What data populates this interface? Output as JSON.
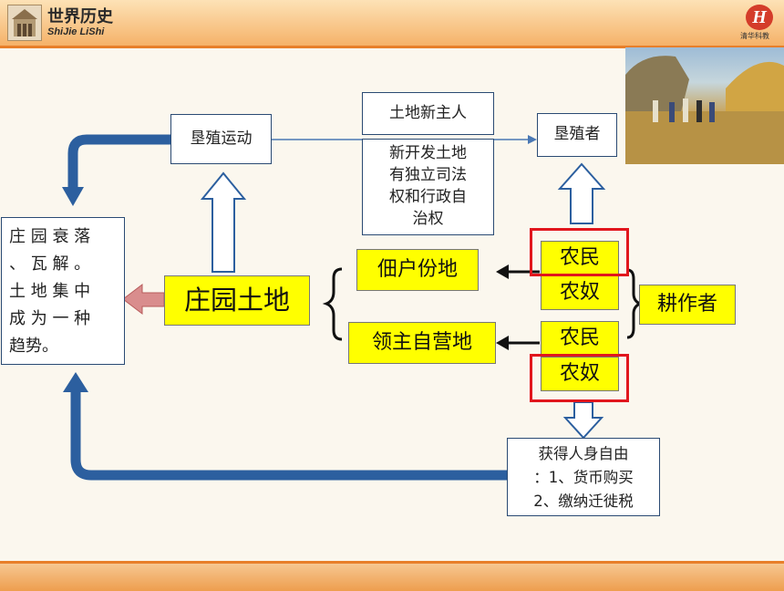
{
  "header": {
    "title": "世界历史",
    "subtitle": "ShiJie  LiShi",
    "publisher_mark": "H",
    "publisher_text": "清华科教"
  },
  "diagram": {
    "reclamation": "垦殖运动",
    "new_owner": "土地新主人",
    "new_land_desc": [
      "新开发土地",
      "有独立司法",
      "权和行政自",
      "治权"
    ],
    "reclaimer": "垦殖者",
    "decline": [
      "庄 园 衰 落",
      "、 瓦 解 。",
      "土 地 集 中",
      "成 为 一 种",
      "趋势。"
    ],
    "manor_land": "庄园土地",
    "tenant_land": "佃户份地",
    "demesne": "领主自营地",
    "peasant_top": "农民",
    "serf_top": "农奴",
    "peasant_bottom": "农民",
    "serf_bottom": "农奴",
    "cultivator": "耕作者",
    "freedom": [
      "获得人身自由",
      "：1、货币购买",
      "2、缴纳迁徙税"
    ]
  }
}
